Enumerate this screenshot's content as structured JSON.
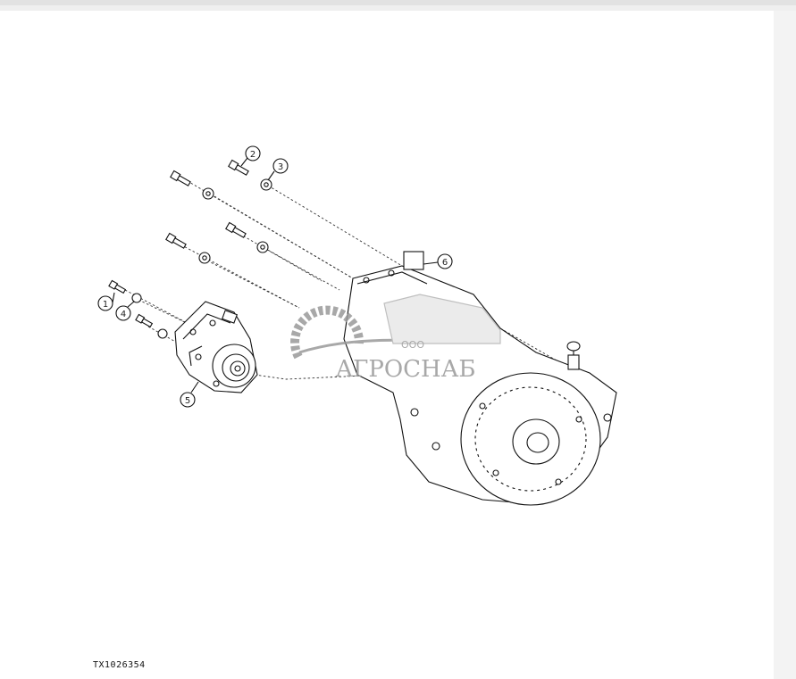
{
  "figure_code": "TX1026354",
  "callouts": [
    {
      "id": "1",
      "label": "1"
    },
    {
      "id": "2",
      "label": "2"
    },
    {
      "id": "3",
      "label": "3"
    },
    {
      "id": "4",
      "label": "4"
    },
    {
      "id": "5",
      "label": "5"
    },
    {
      "id": "6",
      "label": "6"
    }
  ],
  "watermark": {
    "prefix": "ООО",
    "name": "АГРОСНАБ",
    "color": "#9a9a9a"
  }
}
